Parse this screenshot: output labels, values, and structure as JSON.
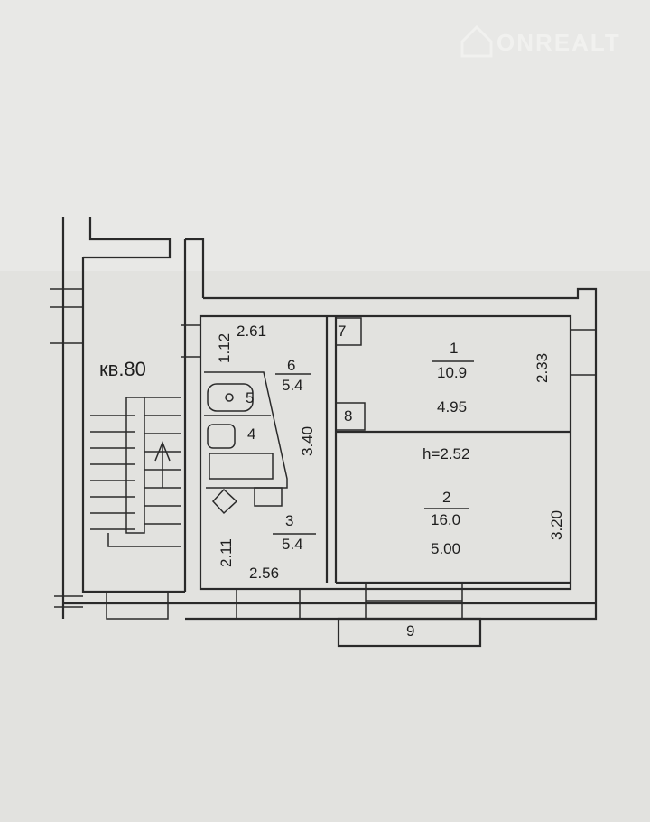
{
  "watermark": {
    "brand": "ONREALT"
  },
  "plan": {
    "apartment_label": "кв.80",
    "ceiling_height": "h=2.52",
    "rooms": {
      "r1": {
        "number": "1",
        "area": "10.9",
        "width": "4.95",
        "depth": "2.33"
      },
      "r2": {
        "number": "2",
        "area": "16.0",
        "width": "5.00",
        "depth": "3.20"
      },
      "r3": {
        "number": "3",
        "area": "5.4",
        "dim_a": "2.11",
        "dim_b": "2.56"
      },
      "r4": {
        "number": "4"
      },
      "r5": {
        "number": "5"
      },
      "r6": {
        "number": "6",
        "area": "5.4",
        "dim_a": "2.61",
        "dim_b": "1.12",
        "dim_c": "3.40"
      },
      "r7": {
        "number": "7"
      },
      "r8": {
        "number": "8"
      },
      "r9": {
        "number": "9"
      }
    }
  }
}
